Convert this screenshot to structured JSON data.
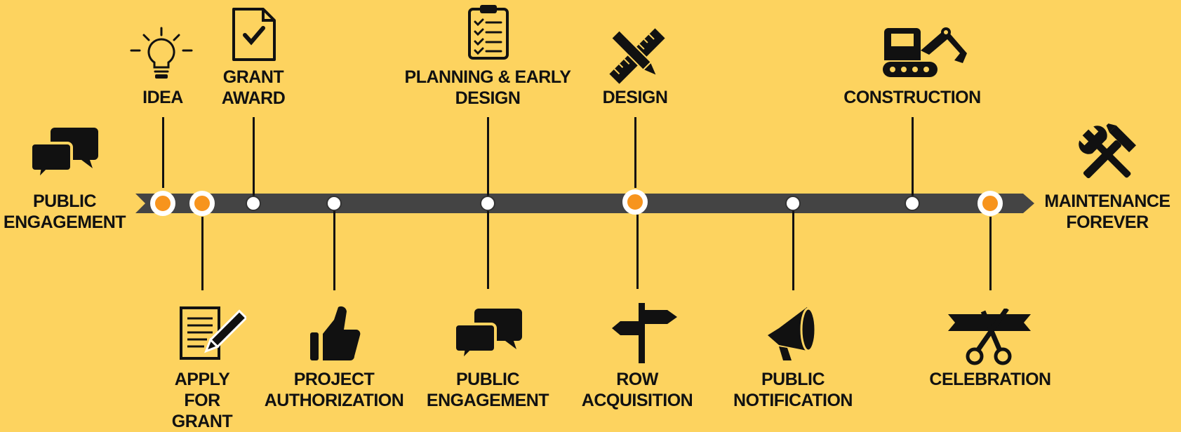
{
  "colors": {
    "background": "#FDD35F",
    "bar": "#444444",
    "highlight_dot": "#F7941D",
    "ink": "#111111"
  },
  "endpoints": {
    "start": {
      "label": "PUBLIC\nENGAGEMENT",
      "icon": "speech-bubbles-icon"
    },
    "end": {
      "label": "MAINTENANCE\nFOREVER",
      "icon": "hammer-wrench-icon"
    }
  },
  "milestones": [
    {
      "id": "idea",
      "label": "IDEA",
      "side": "above",
      "highlighted": true,
      "icon": "lightbulb-icon"
    },
    {
      "id": "apply-for-grant",
      "label": "APPLY\nFOR\nGRANT",
      "side": "below",
      "highlighted": true,
      "icon": "document-pen-icon"
    },
    {
      "id": "grant-award",
      "label": "GRANT\nAWARD",
      "side": "above",
      "highlighted": false,
      "icon": "document-check-icon"
    },
    {
      "id": "project-authorization",
      "label": "PROJECT\nAUTHORIZATION",
      "side": "below",
      "highlighted": false,
      "icon": "thumbs-up-icon"
    },
    {
      "id": "planning-early-design",
      "label": "PLANNING & EARLY\nDESIGN",
      "side": "above",
      "highlighted": false,
      "icon": "clipboard-checklist-icon"
    },
    {
      "id": "public-engagement",
      "label": "PUBLIC\nENGAGEMENT",
      "side": "below",
      "highlighted": false,
      "icon": "speech-bubbles-icon"
    },
    {
      "id": "design",
      "label": "DESIGN",
      "side": "above",
      "highlighted": true,
      "icon": "ruler-pencil-icon"
    },
    {
      "id": "row-acquisition",
      "label": "ROW\nACQUISITION",
      "side": "below",
      "highlighted": true,
      "icon": "signpost-icon"
    },
    {
      "id": "public-notification",
      "label": "PUBLIC\nNOTIFICATION",
      "side": "below",
      "highlighted": false,
      "icon": "megaphone-icon"
    },
    {
      "id": "construction",
      "label": "CONSTRUCTION",
      "side": "above",
      "highlighted": false,
      "icon": "excavator-icon"
    },
    {
      "id": "celebration",
      "label": "CELEBRATION",
      "side": "below",
      "highlighted": true,
      "icon": "ribbon-scissors-icon"
    }
  ]
}
